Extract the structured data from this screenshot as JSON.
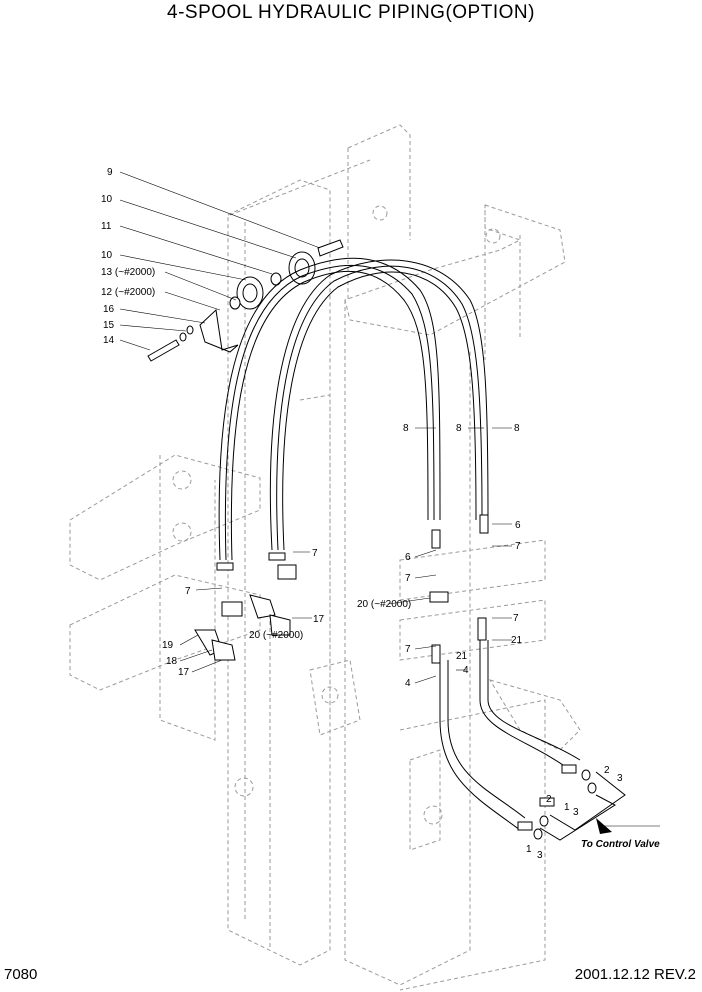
{
  "title": "4-SPOOL HYDRAULIC PIPING(OPTION)",
  "page_number": "7080",
  "revision": "2001.12.12 REV.2",
  "callouts": {
    "c9": "9",
    "c10a": "10",
    "c11": "11",
    "c10b": "10",
    "c13": "13 (~#2000)",
    "c12": "12 (~#2000)",
    "c16": "16",
    "c15": "15",
    "c14": "14",
    "c8a": "8",
    "c8b": "8",
    "c8c": "8",
    "c6a": "6",
    "c6b": "6",
    "c7a": "7",
    "c7b": "7",
    "c7c": "7",
    "c7d": "7",
    "c7e": "7",
    "c7f": "7",
    "c20a": "20 (~#2000)",
    "c20b": "20 (~#2000)",
    "c17a": "17",
    "c17b": "17",
    "c18": "18",
    "c19": "19",
    "c21a": "21",
    "c21b": "21",
    "c4a": "4",
    "c4b": "4",
    "c2a": "2",
    "c3a": "3",
    "c1a": "1",
    "c3b": "3",
    "c2b": "2",
    "c1b": "1",
    "c3c": "3"
  },
  "to_control_valve": "To Control Valve"
}
